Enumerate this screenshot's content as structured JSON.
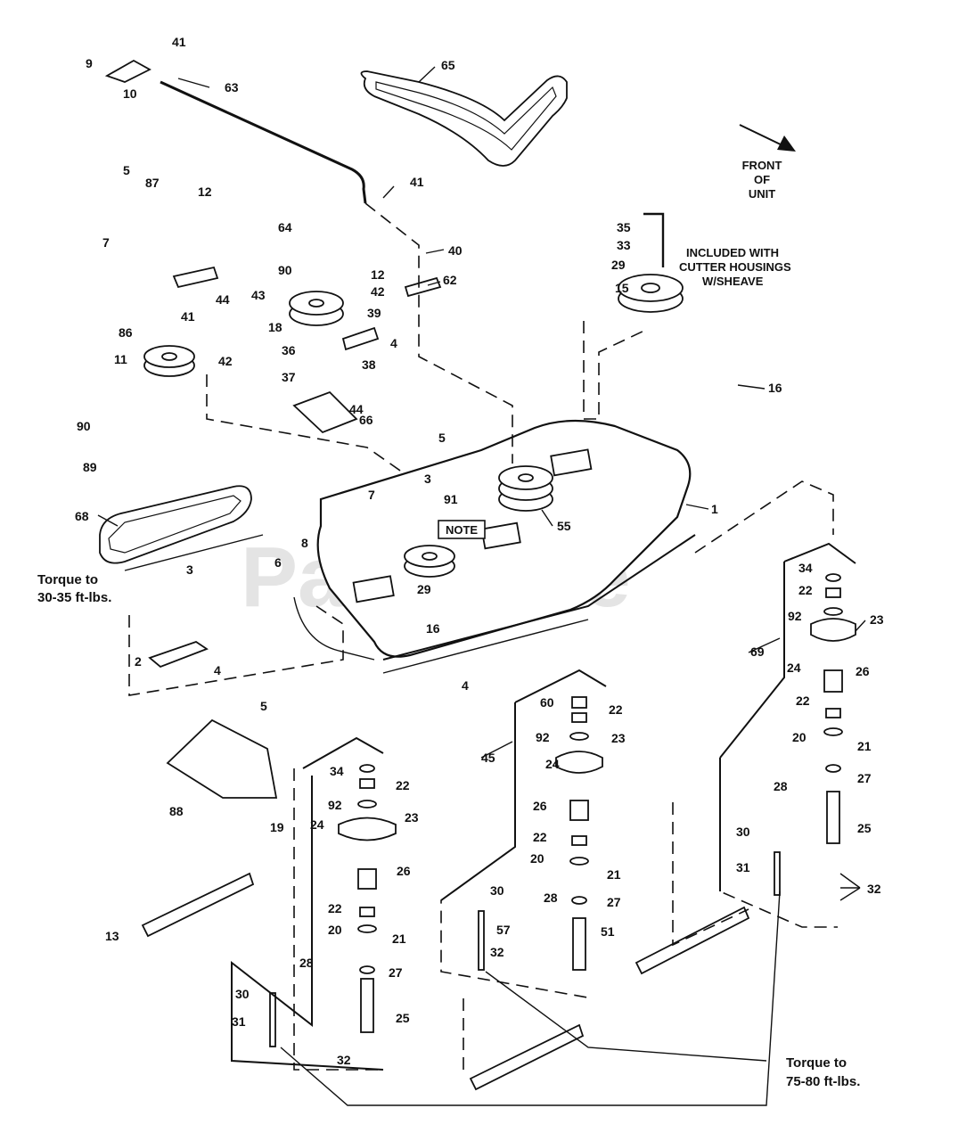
{
  "watermark": "PartsTree",
  "notes": {
    "front_line1": "FRONT",
    "front_line2": "OF",
    "front_line3": "UNIT",
    "included_line1": "INCLUDED WITH",
    "included_line2": "CUTTER HOUSINGS",
    "included_line3": "W/SHEAVE",
    "note_box": "NOTE",
    "torque_small_line1": "Torque to",
    "torque_small_line2": "30-35 ft-lbs.",
    "torque_large_line1": "Torque to",
    "torque_large_line2": "75-80 ft-lbs."
  },
  "callouts": [
    "41",
    "9",
    "10",
    "63",
    "65",
    "5",
    "87",
    "12",
    "41",
    "64",
    "40",
    "7",
    "90",
    "12",
    "42",
    "62",
    "44",
    "43",
    "86",
    "41",
    "18",
    "39",
    "4",
    "42",
    "11",
    "36",
    "38",
    "37",
    "44",
    "66",
    "90",
    "89",
    "5",
    "16",
    "3",
    "7",
    "91",
    "55",
    "1",
    "68",
    "8",
    "6",
    "29",
    "3",
    "NOTE",
    "16",
    "2",
    "4",
    "4",
    "88",
    "5",
    "34",
    "22",
    "92",
    "23",
    "19",
    "24",
    "26",
    "22",
    "20",
    "21",
    "27",
    "28",
    "25",
    "30",
    "31",
    "32",
    "60",
    "22",
    "92",
    "23",
    "45",
    "24",
    "26",
    "22",
    "20",
    "21",
    "27",
    "28",
    "51",
    "30",
    "57",
    "32",
    "34",
    "22",
    "92",
    "23",
    "69",
    "24",
    "26",
    "22",
    "20",
    "21",
    "27",
    "28",
    "25",
    "30",
    "31",
    "32",
    "13",
    "35",
    "33",
    "29",
    "15"
  ]
}
